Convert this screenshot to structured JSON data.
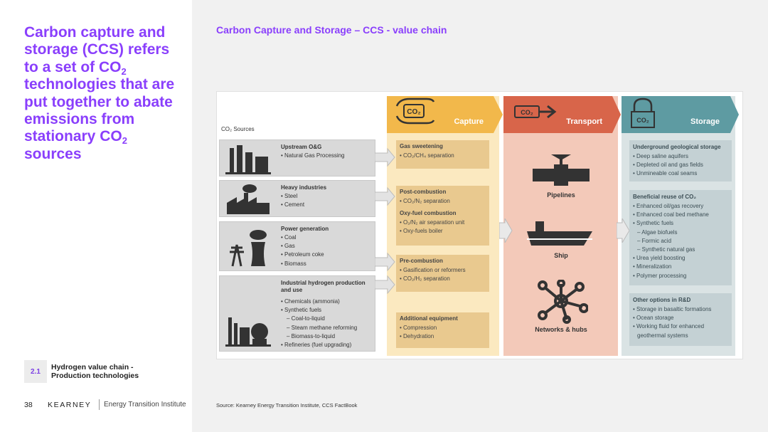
{
  "headline": {
    "part1": "Carbon capture and storage (CCS) refers to a set of CO",
    "sub1": "2",
    "part2": " technologies that are put together to abate emissions from stationary CO",
    "sub2": "2",
    "part3": " sources"
  },
  "section": {
    "number": "2.1",
    "title": "Hydrogen value chain - Production technologies"
  },
  "footer": {
    "page": "38",
    "brand": "KEARNEY",
    "institute": "Energy Transition Institute"
  },
  "chart_title": "Carbon Capture and Storage – CCS - value chain",
  "source": "Source: Kearney Energy Transition Institute, CCS FactBook",
  "colors": {
    "purple": "#8a3ffc",
    "capture": "#f2b84b",
    "transport": "#d8654a",
    "storage": "#5e9ba2"
  },
  "diagram": {
    "sources_label": "CO₂ Sources",
    "sources": [
      {
        "title": "Upstream O&G",
        "items": [
          "• Natural Gas Processing"
        ]
      },
      {
        "title": "Heavy industries",
        "items": [
          "• Steel",
          "• Cement"
        ]
      },
      {
        "title": "Power generation",
        "items": [
          "• Coal",
          "• Gas",
          "• Petroleum coke",
          "• Biomass"
        ]
      },
      {
        "title": "Industrial hydrogen production and use",
        "items": [
          "• Chemicals (ammonia)",
          "• Synthetic fuels",
          "   – Coal-to-liquid",
          "   – Steam methane reforming",
          "   – Biomass-to-liquid",
          "• Refineries (fuel upgrading)"
        ]
      }
    ],
    "capture": {
      "label": "Capture",
      "icon_text": "CO₂",
      "boxes": [
        {
          "title": "Gas sweetening",
          "items": [
            "• CO₂/CH₄ separation"
          ]
        },
        {
          "title": "Post-combustion",
          "items": [
            "• CO₂/N₂ separation"
          ]
        },
        {
          "title": "Oxy-fuel combustion",
          "items": [
            "• O₂/N₂ air separation unit",
            "• Oxy-fuels boiler"
          ]
        },
        {
          "title": "Pre-combustion",
          "items": [
            "• Gasification or reformers",
            "• CO₂/H₂ separation"
          ]
        },
        {
          "title": "Additional equipment",
          "items": [
            "• Compression",
            "• Dehydration"
          ]
        }
      ]
    },
    "transport": {
      "label": "Transport",
      "icon_text": "CO₂",
      "modes": [
        "Pipelines",
        "Ship",
        "Networks & hubs"
      ]
    },
    "storage": {
      "label": "Storage",
      "icon_text": "CO₂",
      "boxes": [
        {
          "title": "Underground geological storage",
          "items": [
            "• Deep saline aquifers",
            "• Depleted oil and gas fields",
            "• Unmineable coal seams"
          ]
        },
        {
          "title": "Beneficial reuse of CO₂",
          "items": [
            "• Enhanced oil/gas recovery",
            "• Enhanced coal bed methane",
            "• Synthetic fuels",
            "   – Algae biofuels",
            "   – Formic acid",
            "   – Synthetic natural gas",
            "• Urea yield boosting",
            "• Mineralization",
            "• Polymer processing"
          ]
        },
        {
          "title": "Other options in R&D",
          "items": [
            "• Storage in basaltic formations",
            "• Ocean storage",
            "• Working fluid for enhanced",
            "   geothermal systems"
          ]
        }
      ]
    }
  }
}
